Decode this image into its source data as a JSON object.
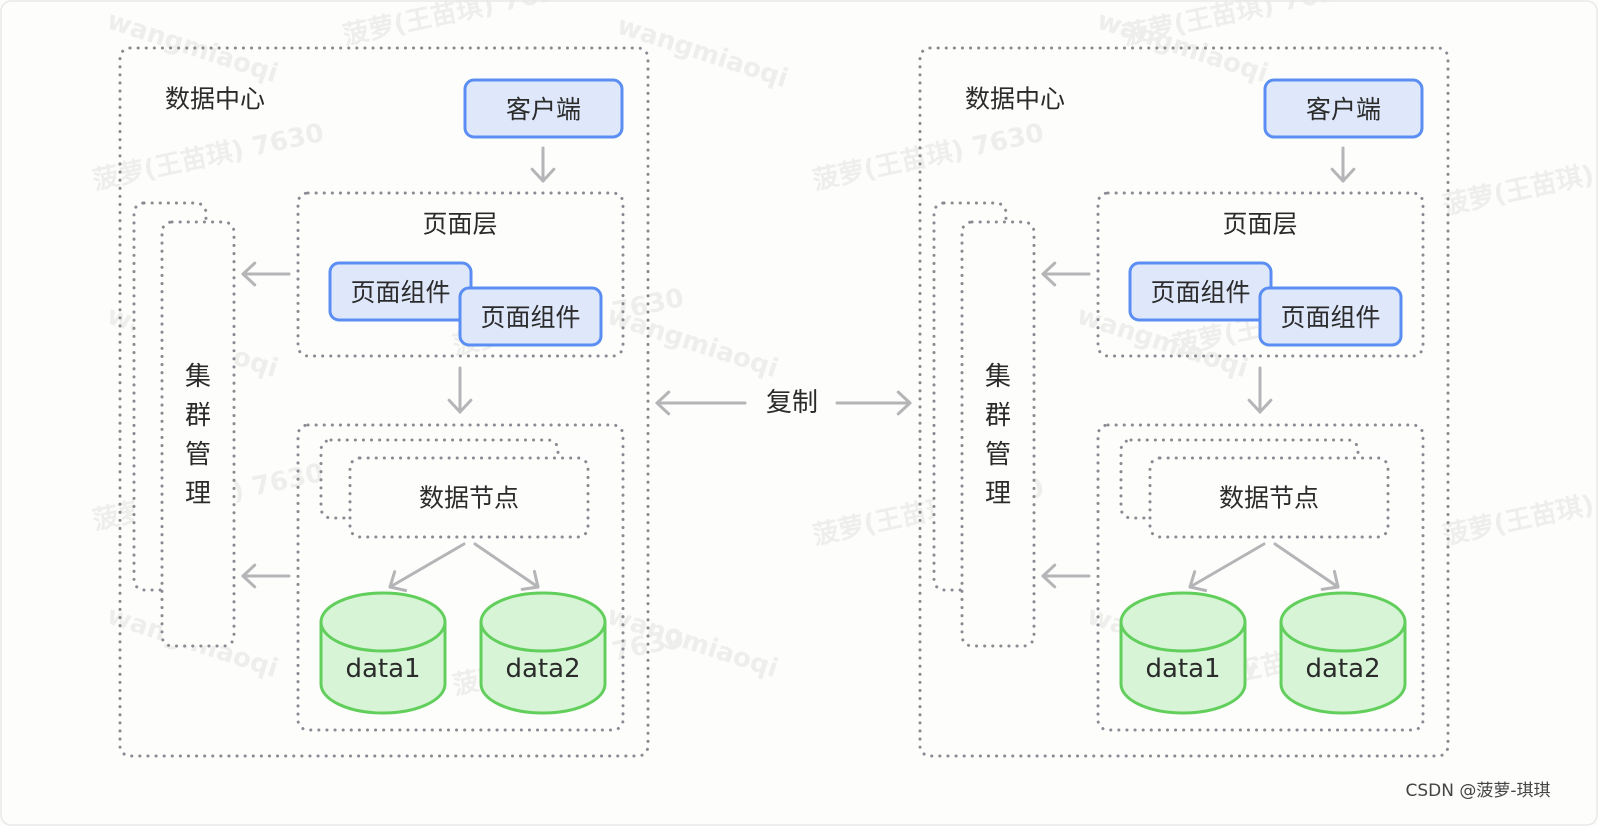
{
  "replication_label": "复制",
  "footer": "CSDN @菠萝-琪琪",
  "watermarks": [
    "wangmiaoqi",
    "菠萝(王苗琪) 7630"
  ],
  "colors": {
    "background": "#fdfdfb",
    "dotted_border": "#8a8a92",
    "arrow": "#b5b5b8",
    "component_fill": "#dfe8fb",
    "component_stroke": "#5b8ef2",
    "db_fill": "#d7f5d6",
    "db_stroke": "#62cf5c",
    "text": "#2b2b2b"
  },
  "datacenters": [
    {
      "title": "数据中心",
      "client": "客户端",
      "page_layer": {
        "title": "页面层",
        "components": [
          "页面组件",
          "页面组件"
        ]
      },
      "cluster_management": "集群管理",
      "data_node": "数据节点",
      "databases": [
        "data1",
        "data2"
      ]
    },
    {
      "title": "数据中心",
      "client": "客户端",
      "page_layer": {
        "title": "页面层",
        "components": [
          "页面组件",
          "页面组件"
        ]
      },
      "cluster_management": "集群管理",
      "data_node": "数据节点",
      "databases": [
        "data1",
        "data2"
      ]
    }
  ]
}
